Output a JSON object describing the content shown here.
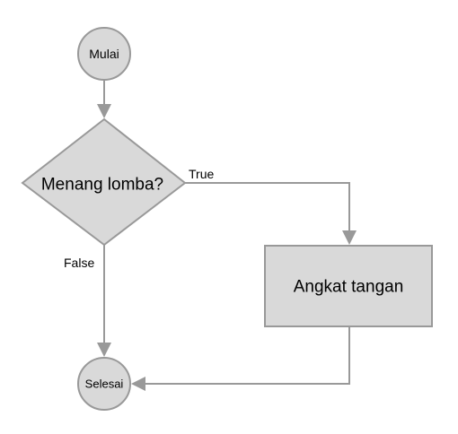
{
  "diagram": {
    "nodes": {
      "start": {
        "label": "Mulai",
        "shape": "circle"
      },
      "decision": {
        "label": "Menang lomba?",
        "shape": "diamond"
      },
      "action": {
        "label": "Angkat tangan",
        "shape": "rectangle"
      },
      "end": {
        "label": "Selesai",
        "shape": "circle"
      }
    },
    "edges": [
      {
        "from": "start",
        "to": "decision",
        "label": ""
      },
      {
        "from": "decision",
        "to": "action",
        "label": "True"
      },
      {
        "from": "decision",
        "to": "end",
        "label": "False"
      },
      {
        "from": "action",
        "to": "end",
        "label": ""
      }
    ],
    "colors": {
      "node_fill": "#d9d9d9",
      "node_stroke": "#999999",
      "edge": "#999999",
      "text": "#000000",
      "background": "#ffffff"
    }
  }
}
